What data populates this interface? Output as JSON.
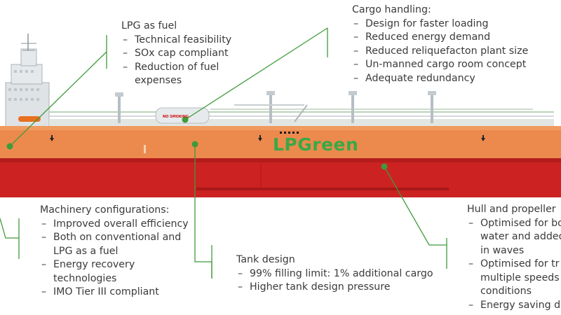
{
  "brand": "LPGreen",
  "sign": "NO SMOKING",
  "callouts": {
    "lpg_fuel": {
      "title": "LPG as fuel",
      "items": [
        "Technical feasibility",
        "SOx cap compliant",
        "Reduction of fuel",
        "expenses"
      ]
    },
    "cargo": {
      "title": "Cargo handling:",
      "items": [
        "Design for faster loading",
        "Reduced energy demand",
        "Reduced reliquefacton plant size",
        "Un-manned cargo room concept",
        "Adequate redundancy"
      ]
    },
    "machinery": {
      "title": "Machinery configurations:",
      "items": [
        "Improved overall efficiency",
        "Both on conventional and",
        "LPG as a fuel",
        "Energy recovery",
        "technologies",
        "IMO Tier III compliant"
      ]
    },
    "tank": {
      "title": "Tank design",
      "items": [
        "99% filling limit: 1% additional cargo",
        "Higher tank design pressure"
      ]
    },
    "hull": {
      "title": "Hull and propeller",
      "items": [
        "Optimised for bo",
        "water and added",
        "in waves",
        "Optimised for tr",
        "multiple speeds",
        "conditions",
        "Energy saving d"
      ]
    }
  },
  "colors": {
    "line_green": "#3f9a3a",
    "hull_orange": "#ec8a4e",
    "hull_red": "#cc2222",
    "text": "#3a3a3a",
    "brand_green": "#3aa845"
  }
}
